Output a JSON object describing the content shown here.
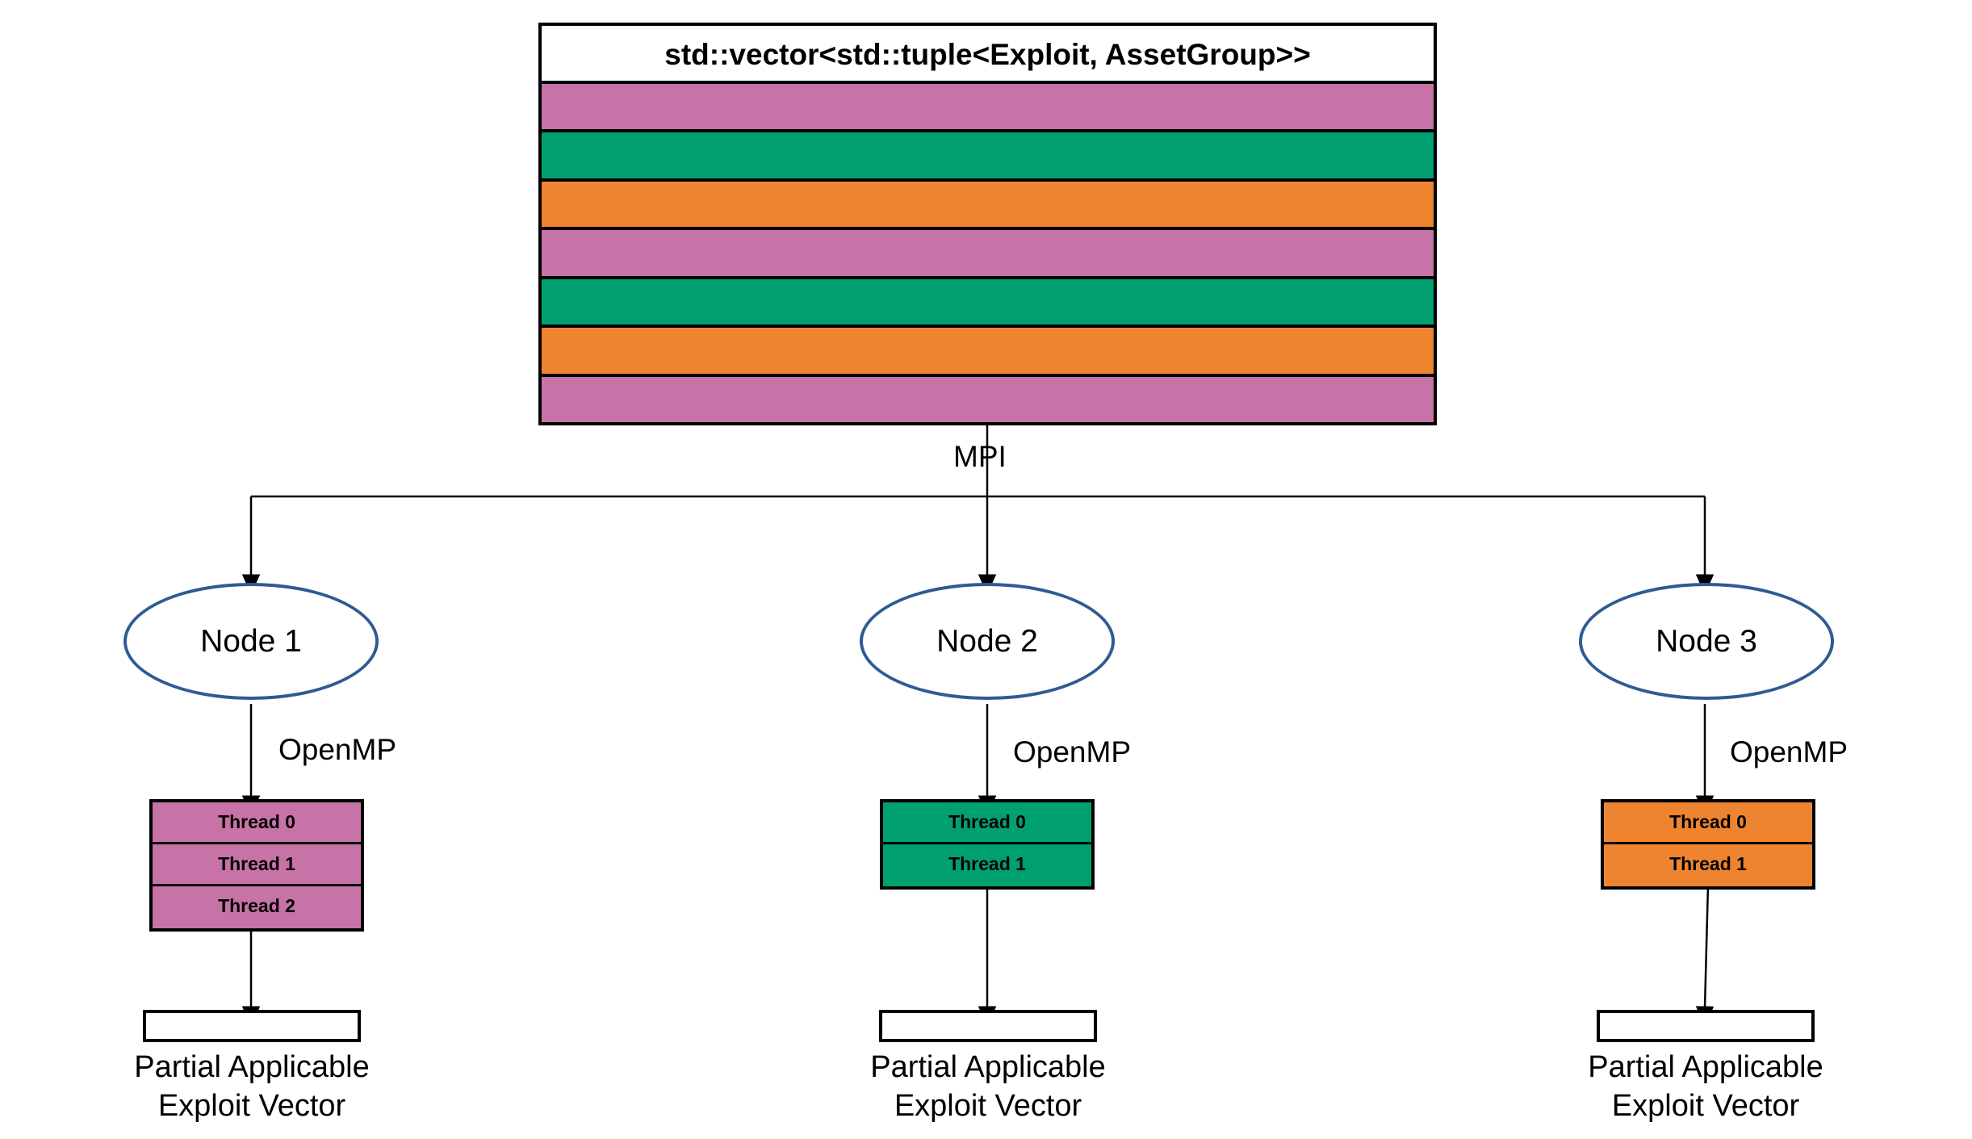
{
  "diagram": {
    "title": "MPI + OpenMP hybrid work distribution",
    "colors": {
      "pink": "#C873A8",
      "green": "#00A070",
      "orange": "#EE8430",
      "ellipse_stroke": "#2E5B94",
      "outline": "#000000",
      "background": "#ffffff"
    }
  },
  "vector_block": {
    "title": "std::vector<std::tuple<Exploit, AssetGroup>>",
    "stripes": [
      {
        "index": 0,
        "color": "#C873A8",
        "color_name": "pink"
      },
      {
        "index": 1,
        "color": "#00A070",
        "color_name": "green"
      },
      {
        "index": 2,
        "color": "#EE8430",
        "color_name": "orange"
      },
      {
        "index": 3,
        "color": "#C873A8",
        "color_name": "pink"
      },
      {
        "index": 4,
        "color": "#00A070",
        "color_name": "green"
      },
      {
        "index": 5,
        "color": "#EE8430",
        "color_name": "orange"
      },
      {
        "index": 6,
        "color": "#C873A8",
        "color_name": "pink"
      }
    ]
  },
  "distribution": {
    "mpi_label": "MPI"
  },
  "nodes": [
    {
      "id": "node-1",
      "label": "Node 1",
      "openmp_label": "OpenMP",
      "thread_color": "#C873A8",
      "threads": [
        "Thread 0",
        "Thread 1",
        "Thread 2"
      ],
      "output_caption_line1": "Partial Applicable",
      "output_caption_line2": "Exploit Vector"
    },
    {
      "id": "node-2",
      "label": "Node 2",
      "openmp_label": "OpenMP",
      "thread_color": "#00A070",
      "threads": [
        "Thread 0",
        "Thread 1"
      ],
      "output_caption_line1": "Partial Applicable",
      "output_caption_line2": "Exploit Vector"
    },
    {
      "id": "node-3",
      "label": "Node 3",
      "openmp_label": "OpenMP",
      "thread_color": "#EE8430",
      "threads": [
        "Thread 0",
        "Thread 1"
      ],
      "output_caption_line1": "Partial Applicable",
      "output_caption_line2": "Exploit Vector"
    }
  ]
}
